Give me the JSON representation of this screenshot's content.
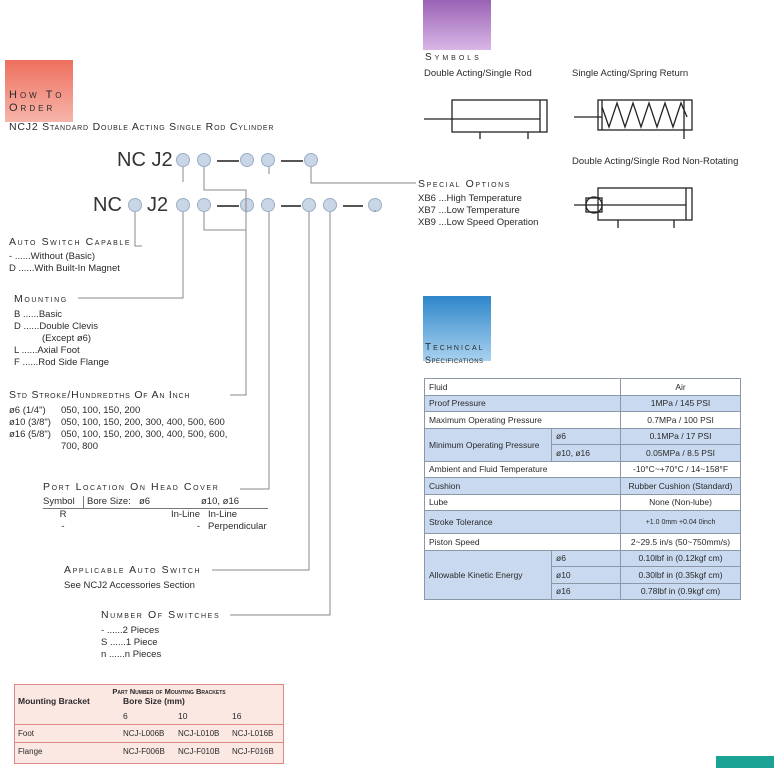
{
  "how_to_order": {
    "line1": "How To",
    "line2": "Order",
    "title": "NCJ2 Standard Double Acting Single Rod Cylinder"
  },
  "codes": {
    "row1_prefix": "NC J2",
    "row2_prefix": "NC",
    "row2_j2": "J2",
    "dash": "—"
  },
  "special_options": {
    "heading": "Special Options",
    "items": [
      {
        "code": "XB6",
        "text": "...High Temperature"
      },
      {
        "code": "XB7",
        "text": "...Low Temperature"
      },
      {
        "code": "XB9",
        "text": "...Low Speed Operation"
      }
    ]
  },
  "auto_switch_capable": {
    "heading": "Auto Switch Capable",
    "items": [
      {
        "code": "-",
        "text": "......Without (Basic)"
      },
      {
        "code": "D",
        "text": "......With Built-In Magnet"
      }
    ]
  },
  "mounting": {
    "heading": "Mounting",
    "items": [
      {
        "code": "B",
        "text": "......Basic"
      },
      {
        "code": "D",
        "text": "......Double Clevis"
      },
      {
        "code": "",
        "text": "(Except ø6)"
      },
      {
        "code": "L",
        "text": "......Axial Foot"
      },
      {
        "code": "F",
        "text": "......Rod Side Flange"
      }
    ]
  },
  "stroke": {
    "heading": "Std Stroke/Hundredths Of An Inch",
    "rows": [
      {
        "size": "ø6 (1/4\")",
        "values": "050, 100, 150, 200"
      },
      {
        "size": "ø10 (3/8\")",
        "values": "050, 100, 150, 200, 300, 400, 500, 600"
      },
      {
        "size": "ø16 (5/8\")",
        "values": "050, 100, 150, 200, 300, 400, 500, 600,"
      },
      {
        "size": "",
        "values": "700, 800"
      }
    ]
  },
  "port_location": {
    "heading": "Port Location On Head Cover",
    "col_symbol": "Symbol",
    "col_bore": "Bore Size:",
    "col_6": "ø6",
    "col_1016": "ø10, ø16",
    "rows": [
      {
        "symbol": "R",
        "b6": "In-Line",
        "b1016": "In-Line"
      },
      {
        "symbol": "-",
        "b6": "-",
        "b1016": "Perpendicular"
      }
    ]
  },
  "applicable_auto_switch": {
    "heading": "Applicable Auto Switch",
    "text": "See NCJ2 Accessories Section"
  },
  "number_of_switches": {
    "heading": "Number Of Switches",
    "items": [
      {
        "code": "-",
        "text": "......2 Pieces"
      },
      {
        "code": "S",
        "text": "......1 Piece"
      },
      {
        "code": "n",
        "text": "......n Pieces"
      }
    ]
  },
  "symbols": {
    "heading": "Symbols",
    "s1": "Double Acting/Single Rod",
    "s2": "Single Acting/Spring Return",
    "s3": "Double Acting/Single Rod Non-Rotating"
  },
  "technical": {
    "line1": "Technical",
    "line2": "Specifications",
    "rows": [
      {
        "label": "Fluid",
        "value": "Air"
      },
      {
        "label": "Proof Pressure",
        "value": "1MPa / 145 PSI"
      },
      {
        "label": "Maximum Operating Pressure",
        "value": "0.7MPa / 100 PSI"
      },
      {
        "label": "Minimum Operating Pressure",
        "sub1": "ø6",
        "v1": "0.1MPa / 17 PSI",
        "sub2": "ø10, ø16",
        "v2": "0.05MPa / 8.5 PSI"
      },
      {
        "label": "Ambient and Fluid Temperature",
        "value": "-10°C~+70°C / 14~158°F"
      },
      {
        "label": "Cushion",
        "value": "Rubber Cushion (Standard)"
      },
      {
        "label": "Lube",
        "value": "None (Non-lube)"
      },
      {
        "label": "Stroke Tolerance",
        "value": "+1.0 0mm     +0.04 0inch"
      },
      {
        "label": "Piston Speed",
        "value": "2~29.5 in/s (50~750mm/s)"
      },
      {
        "label": "Allowable Kinetic Energy",
        "sub1": "ø6",
        "v1": "0.10lbf in (0.12kgf cm)",
        "sub2": "ø10",
        "v2": "0.30lbf in (0.35kgf cm)",
        "sub3": "ø16",
        "v3": "0.78lbf in (0.9kgf cm)"
      }
    ]
  },
  "brackets": {
    "title": "Part Number of Mounting Brackets",
    "col1": "Mounting Bracket",
    "col2": "Bore Size (mm)",
    "sizes": [
      "6",
      "10",
      "16"
    ],
    "rows": [
      {
        "name": "Foot",
        "v": [
          "NCJ-L006B",
          "NCJ-L010B",
          "NCJ-L016B"
        ]
      },
      {
        "name": "Flange",
        "v": [
          "NCJ-F006B",
          "NCJ-F010B",
          "NCJ-F016B"
        ]
      }
    ]
  },
  "colors": {
    "red": "#ee6f5e",
    "purple": "#9a62b4",
    "blue": "#2e86c9",
    "teal": "#1aa394",
    "bracket_bg": "#fbe8e3"
  }
}
